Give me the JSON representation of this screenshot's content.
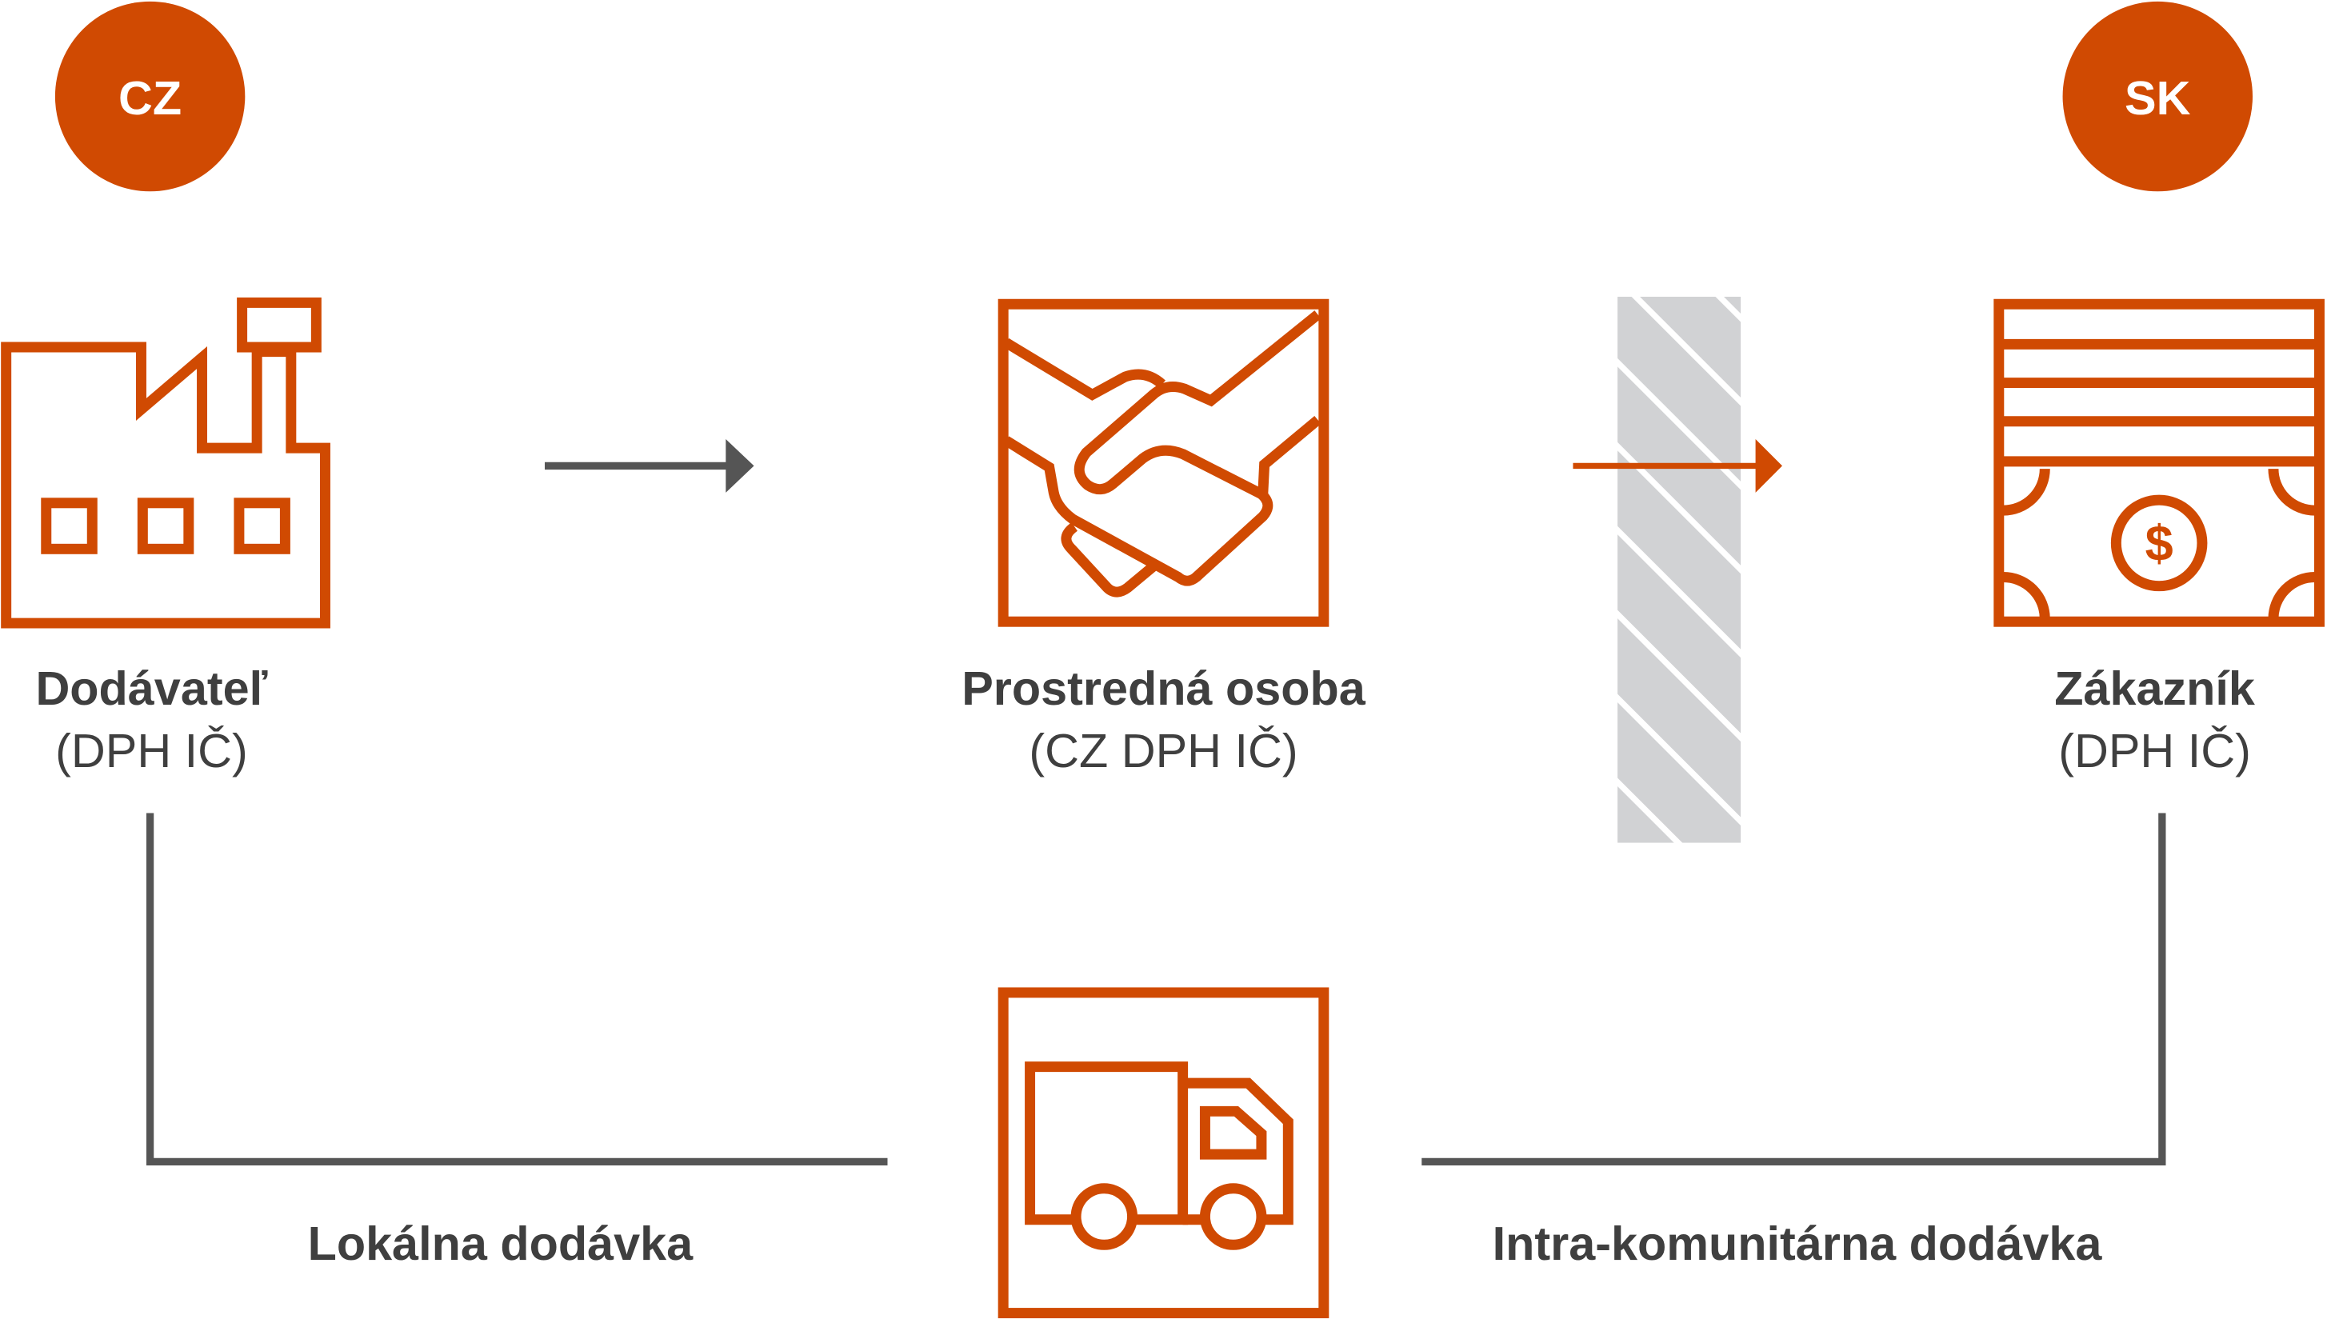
{
  "colors": {
    "accent": "#d04a02",
    "line": "#555555",
    "hatch": "#d1d2d4",
    "text": "#3f3f3f"
  },
  "badges": {
    "left": "CZ",
    "right": "SK"
  },
  "nodes": {
    "supplier": {
      "name": "Dodávateľ",
      "sub": "(DPH IČ)",
      "icon": "factory-icon"
    },
    "intermediary": {
      "name": "Prostredná osoba",
      "sub": "(CZ DPH IČ)",
      "icon": "handshake-icon"
    },
    "customer": {
      "name": "Zákazník",
      "sub": "(DPH IČ)",
      "icon": "cash-register-icon"
    },
    "transport": {
      "icon": "truck-icon"
    }
  },
  "flows": {
    "local": "Lokálna dodávka",
    "intra": "Intra-komunitárna dodávka"
  }
}
